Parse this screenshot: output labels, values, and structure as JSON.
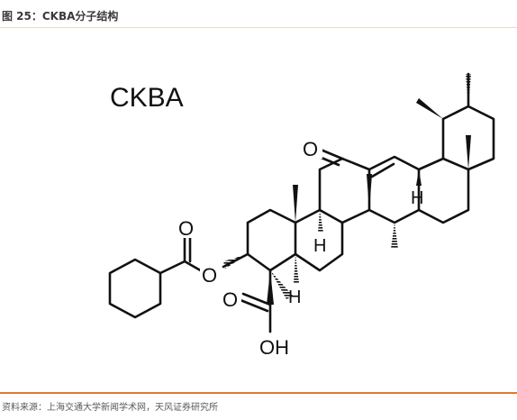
{
  "figure": {
    "title": "图 25：CKBA分子结构",
    "molecule_label": "CKBA",
    "source": "资料来源：上海交通大学新闻学术网，天风证券研究所"
  },
  "atoms": {
    "ketone_oxygen": "O",
    "ester_carbonyl_oxygen": "O",
    "ester_oxygen": "O",
    "acid_carbonyl_oxygen": "O",
    "acid_hydroxyl": "OH",
    "h_ring_e": "H",
    "h_ring_c": "H",
    "h_ring_b": "H"
  },
  "colors": {
    "title_rule": "#ead9c6",
    "source_rule": "#e07a2e",
    "bond": "#111111"
  }
}
